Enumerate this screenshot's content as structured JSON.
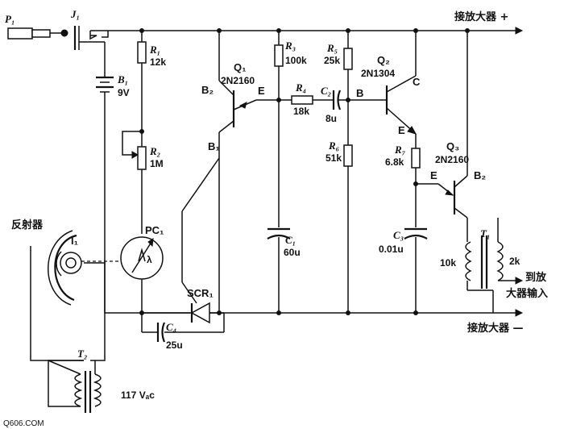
{
  "texts": {
    "p1": "P₁",
    "j1": "J₁",
    "b1": "B₁",
    "b1_val": "9V",
    "r1": "R₁",
    "r1_val": "12k",
    "r2": "R₂",
    "r2_val": "1M",
    "pc1": "PC₁",
    "lambda": "λ",
    "l1": "l₁",
    "reflector": "反射器",
    "scr1": "SCR₁",
    "c4": "C₄",
    "c4_val": "25u",
    "t2": "T₂",
    "ac_val": "117 Vₐc",
    "q1_b2": "B₂",
    "q1_b1": "B₁",
    "q1": "Q₁",
    "q1_type": "2N2160",
    "q1_e": "E",
    "r3": "R₃",
    "r3_val": "100k",
    "r4": "R₄",
    "r4_val": "18k",
    "c1": "C₁",
    "c1_val": "60u",
    "c2": "C₂",
    "c2_val": "8u",
    "r5": "R₅",
    "r5_val": "25k",
    "node_b": "B",
    "r6": "R₆",
    "r6_val": "51k",
    "q2": "Q₂",
    "q2_type": "2N1304",
    "q2_c": "C",
    "q2_e": "E",
    "r7": "R₇",
    "r7_val": "6.8k",
    "c3": "C₃",
    "c3_val": "0.01u",
    "q3": "Q₃",
    "q3_type": "2N2160",
    "q3_e": "E",
    "q3_b2": "B₂",
    "t1": "T₁",
    "t1_pri": "10k",
    "t1_sec": "2k",
    "out_line1": "到放",
    "out_line2": "大器输入",
    "amp_plus": "接放大器 +",
    "amp_minus": "接放大器 —",
    "watermark": "Q606.COM"
  }
}
